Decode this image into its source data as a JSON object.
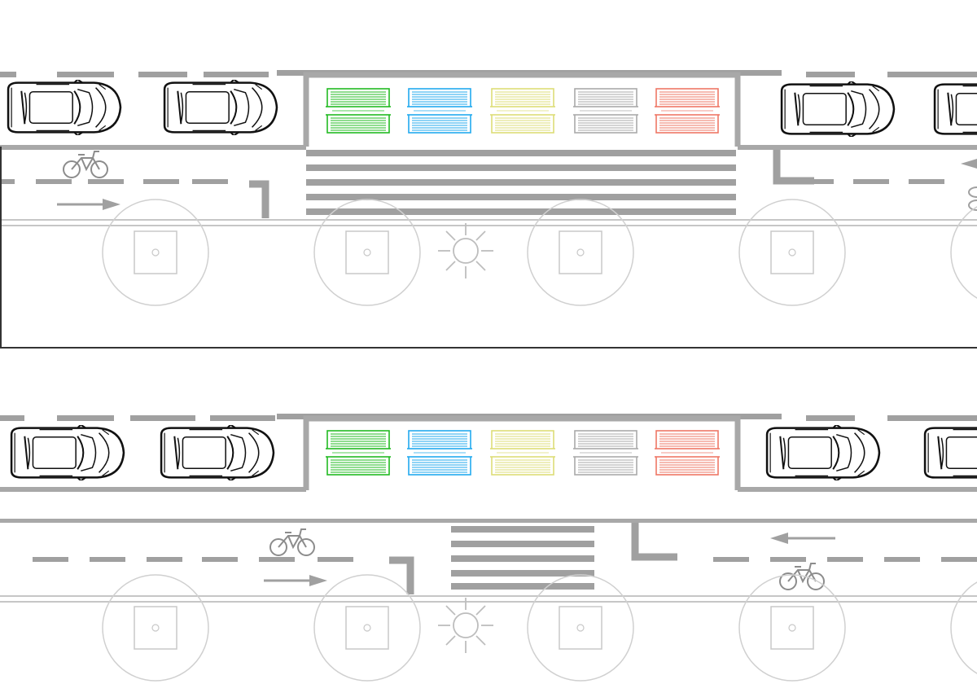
{
  "diagram": {
    "views": [
      {
        "name": "plan-view-upper",
        "mid_crossing": "wide",
        "car_facing": [
          "right",
          "right",
          "right",
          "right"
        ],
        "lane_arrows": [
          "right",
          "left"
        ],
        "bike_symbols": 2
      },
      {
        "name": "plan-view-lower",
        "mid_crossing": "narrow",
        "car_facing": [
          "right",
          "right",
          "right",
          "right"
        ],
        "lane_arrows": [
          "right",
          "left"
        ],
        "bike_symbols": 2
      }
    ],
    "benches": [
      {
        "name": "bench-green",
        "color": "#22bb22"
      },
      {
        "name": "bench-blue",
        "color": "#22aaee"
      },
      {
        "name": "bench-yellow",
        "color": "#dddd77"
      },
      {
        "name": "bench-gray",
        "color": "#aaaaaa"
      },
      {
        "name": "bench-red",
        "color": "#ee7766"
      }
    ],
    "colors": {
      "road_lines": "#a0a0a0",
      "curb": "#a8a8a8",
      "tree": "#cfcfcf",
      "car_outline": "#111111",
      "divider": "#333333"
    },
    "tree_count_per_view": 5
  }
}
